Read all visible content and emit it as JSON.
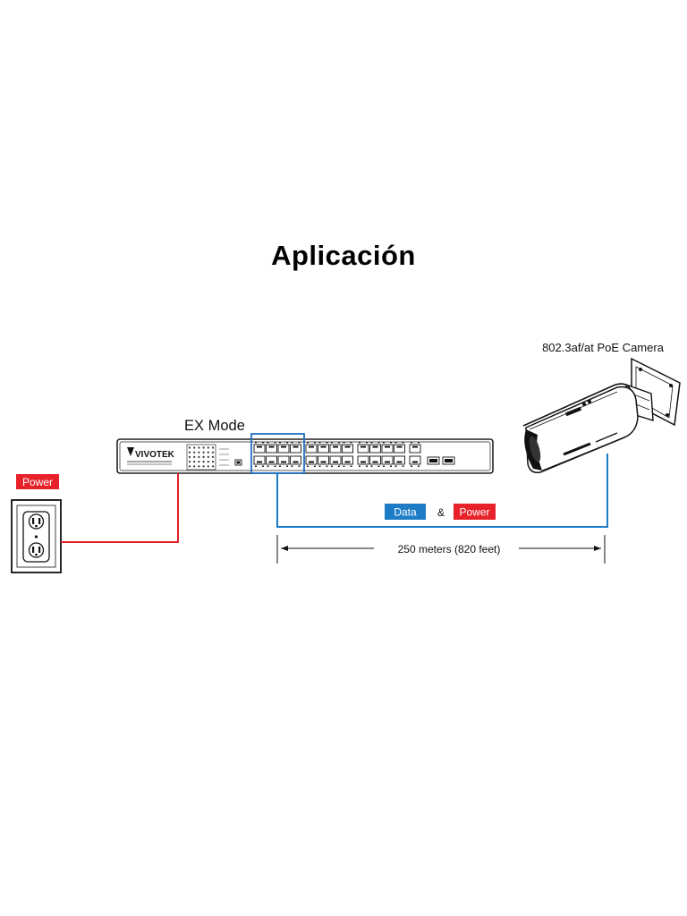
{
  "title": "Aplicación",
  "switch": {
    "mode_label": "EX Mode",
    "brand": "VIVOTEK"
  },
  "camera": {
    "label": "802.3af/at PoE Camera"
  },
  "outlet": {
    "power_label": "Power"
  },
  "link": {
    "data_label": "Data",
    "ampersand": "&",
    "power_label": "Power",
    "distance_label": "250 meters (820 feet)"
  },
  "colors": {
    "power_red": "#e8222a",
    "data_blue": "#1d7cc6",
    "highlight_box": "#1f6fc4",
    "line_red": "#e0202a",
    "line_blue": "#1d7cc6"
  }
}
